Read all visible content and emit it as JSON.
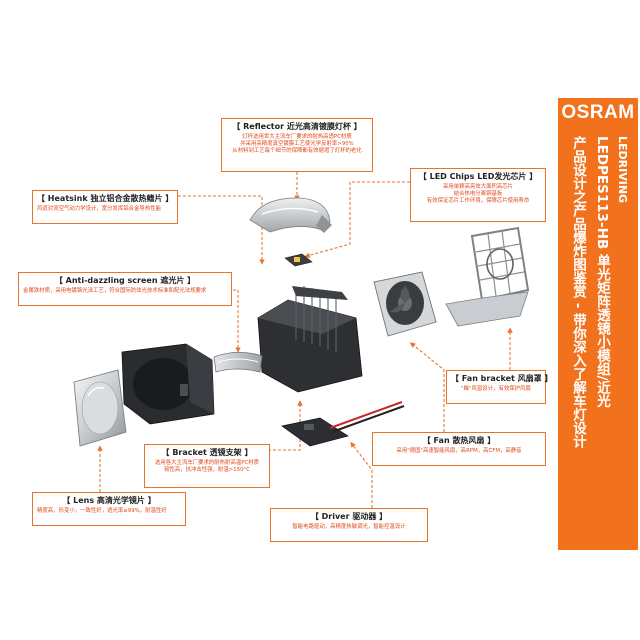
{
  "brand": {
    "logo": "OSRAM",
    "line": "LEDRIVING",
    "product": "LEDPES113-HB 单光矩阵透镜小模组/近光",
    "tagline": "产品设计之产品爆炸图鉴赏 - 带你深入了解车灯设计"
  },
  "colors": {
    "accent": "#f2711c",
    "callout_border": "#e8732a",
    "desc_text": "#e04a1c",
    "title_text": "#222222"
  },
  "callouts": {
    "reflector": {
      "bracket_open": "【",
      "title_en": "Reflector",
      "title_cn": "近光高清镀膜灯杯",
      "bracket_close": "】",
      "lines": [
        "灯杯选用世大主流车厂要求的耐热高透PC材质",
        "并采用高精度真空镀膜工艺使光学反射率>90%",
        "从材料到工艺每个细节的保障都有效缩增了灯杯的老化"
      ]
    },
    "led": {
      "bracket_open": "【",
      "title_en": "LED Chips",
      "title_cn": "LED发光芯片",
      "bracket_close": "】",
      "lines": [
        "采用单颗高亮效大面积高芯片",
        "结合热电分离铜基板",
        "有效保证芯片工作环境，保障芯片使用寿命"
      ]
    },
    "heatsink": {
      "bracket_open": "【",
      "title_en": "Heatsink",
      "title_cn": "独立铝合金散热鳍片",
      "bracket_close": "】",
      "lines": [
        "风道对流空气动力学设计，宽分发挥铝合金导热性能"
      ]
    },
    "antidazzle": {
      "bracket_open": "【",
      "title_en": "Anti-dazzling screen",
      "title_cn": "遮光片",
      "bracket_close": "】",
      "lines": [
        "金属铁材质，采用电镀铬光泽工艺，符合国际防炫光技术标准和配光法规要求"
      ]
    },
    "fanbracket": {
      "bracket_open": "【",
      "title_en": "Fan bracket",
      "title_cn": "风扇罩",
      "bracket_close": "】",
      "lines": [
        "\"蜂\"风窗设计，有效保护风扇"
      ]
    },
    "bracket": {
      "bracket_open": "【",
      "title_en": "Bracket",
      "title_cn": "透镜支架",
      "bracket_close": "】",
      "lines": [
        "选用各大主流车厂要求的耐热耐高温PC材质",
        "韧性高，抗冲击性强，耐温>150°C"
      ]
    },
    "fan": {
      "bracket_open": "【",
      "title_en": "Fan",
      "title_cn": "散热风扇",
      "bracket_close": "】",
      "lines": [
        "采用\"德国\"高速智能风扇，高RPM，高CFM，高静音"
      ]
    },
    "lens": {
      "bracket_open": "【",
      "title_en": "Lens",
      "title_cn": "高清光学镜片",
      "bracket_close": "】",
      "lines": [
        "精度高，形变小，一致性好，透光率≥99%，耐温性好"
      ]
    },
    "driver": {
      "bracket_open": "【",
      "title_en": "Driver",
      "title_cn": "驱动器",
      "bracket_close": "】",
      "lines": [
        "智能电路驱动，高精度热敏调光，智能控温设计"
      ]
    }
  }
}
